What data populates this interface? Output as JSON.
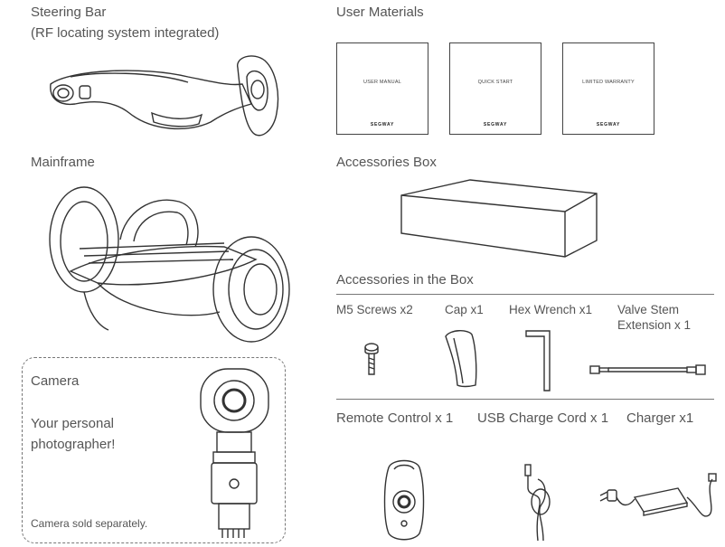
{
  "left": {
    "steering_title": "Steering Bar",
    "steering_subtitle": "(RF locating system integrated)",
    "mainframe_title": "Mainframe",
    "camera": {
      "title": "Camera",
      "line1": "Your personal",
      "line2": "photographer!",
      "note": "Camera sold separately."
    }
  },
  "right": {
    "user_materials_title": "User Materials",
    "booklets": [
      {
        "title": "USER MANUAL",
        "brand": "SEGWAY"
      },
      {
        "title": "QUICK START",
        "brand": "SEGWAY"
      },
      {
        "title": "LIMITED WARRANTY",
        "brand": "SEGWAY"
      }
    ],
    "accessories_box_title": "Accessories Box",
    "in_box_title": "Accessories in the Box",
    "items": {
      "screws": "M5 Screws x2",
      "cap": "Cap x1",
      "hex": "Hex Wrench x1",
      "valve_line1": "Valve Stem",
      "valve_line2": "Extension x 1",
      "remote": "Remote Control x 1",
      "usb": "USB Charge Cord x 1",
      "charger": "Charger x1"
    }
  }
}
